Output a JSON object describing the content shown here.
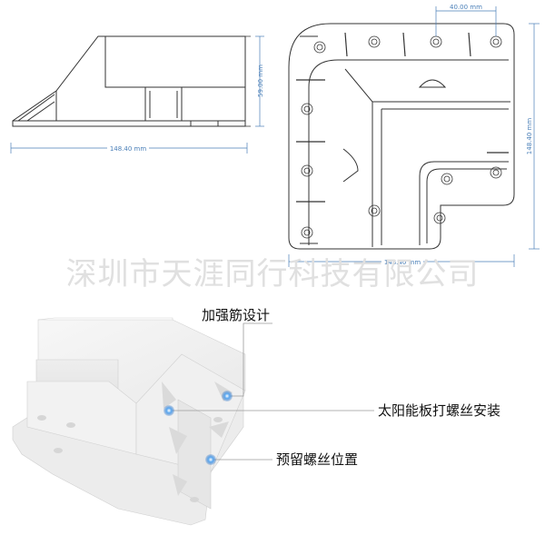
{
  "dimensions": {
    "side_width": "148.40 mm",
    "side_height": "59.00 mm",
    "top_hole_spacing": "40.00 mm",
    "top_width": "148.40 mm",
    "top_height": "148.40 mm"
  },
  "watermark": "深圳市天涯同行科技有限公司",
  "callouts": {
    "rib_design": "加强筋设计",
    "panel_screw_install": "太阳能板打螺丝安装",
    "reserved_screw_position": "预留螺丝位置"
  },
  "colors": {
    "dimension_line": "#4a7fb8",
    "outline": "#333333",
    "callout_dot": "#3a8ee6"
  }
}
